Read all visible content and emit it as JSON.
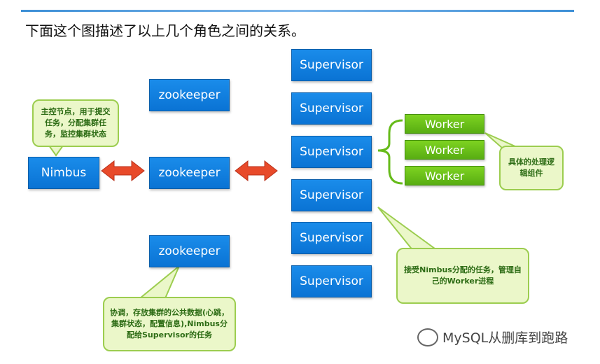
{
  "title": "下面这个图描述了以上几个角色之间的关系。",
  "nimbus": {
    "label": "Nimbus"
  },
  "zookeepers": [
    "zookeeper",
    "zookeeper",
    "zookeeper"
  ],
  "supervisors": [
    "Supervisor",
    "Supervisor",
    "Supervisor",
    "Supervisor",
    "Supervisor",
    "Supervisor"
  ],
  "workers": [
    "Worker",
    "Worker",
    "Worker"
  ],
  "callouts": {
    "nimbus": "主控节点，用于提交任务，分配集群任务，监控集群状态",
    "worker": "具体的处理逻辑组件",
    "supervisor": "接受Nimbus分配的任务，管理自己的Worker进程",
    "zookeeper": "协调，存放集群的公共数据(心跳，集群状态，配置信息),Nimbus分配给Supervisor的任务"
  },
  "watermark": "MySQL从删库到跑路",
  "colors": {
    "blue": "#0a7fe0",
    "green": "#66bb1a",
    "arrow": "#e84a2a",
    "callout_bg": "#ebf7c9"
  }
}
